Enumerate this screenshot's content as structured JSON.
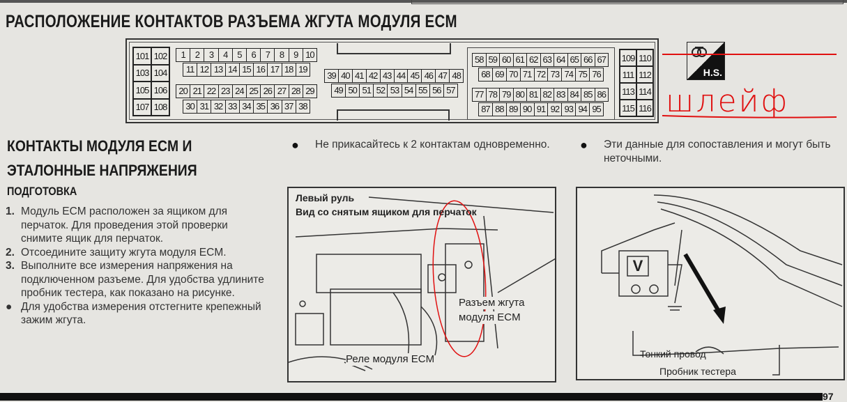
{
  "title": "РАСПОЛОЖЕНИЕ КОНТАКТОВ РАЗЪЕМА ЖГУТА МОДУЛЯ ECM",
  "connector": {
    "left_block": [
      [
        "101",
        "102"
      ],
      [
        "103",
        "104"
      ],
      [
        "105",
        "106"
      ],
      [
        "107",
        "108"
      ]
    ],
    "group1": [
      [
        "1",
        "2",
        "3",
        "4",
        "5",
        "6",
        "7",
        "8",
        "9",
        "10"
      ],
      [
        "11",
        "12",
        "13",
        "14",
        "15",
        "16",
        "17",
        "18",
        "19"
      ],
      [
        "20",
        "21",
        "22",
        "23",
        "24",
        "25",
        "26",
        "27",
        "28",
        "29"
      ],
      [
        "30",
        "31",
        "32",
        "33",
        "34",
        "35",
        "36",
        "37",
        "38"
      ]
    ],
    "group2": [
      [
        "39",
        "40",
        "41",
        "42",
        "43",
        "44",
        "45",
        "46",
        "47",
        "48"
      ],
      [
        "49",
        "50",
        "51",
        "52",
        "53",
        "54",
        "55",
        "56",
        "57"
      ]
    ],
    "group3": [
      [
        "58",
        "59",
        "60",
        "61",
        "62",
        "63",
        "64",
        "65",
        "66",
        "67"
      ],
      [
        "68",
        "69",
        "70",
        "71",
        "72",
        "73",
        "74",
        "75",
        "76"
      ],
      [
        "77",
        "78",
        "79",
        "80",
        "81",
        "82",
        "83",
        "84",
        "85",
        "86"
      ],
      [
        "87",
        "88",
        "89",
        "90",
        "91",
        "92",
        "93",
        "94",
        "95"
      ]
    ],
    "right_block": [
      [
        "109",
        "110"
      ],
      [
        "111",
        "112"
      ],
      [
        "113",
        "114"
      ],
      [
        "115",
        "116"
      ]
    ]
  },
  "logo": {
    "text": "H.S."
  },
  "annotation": {
    "text": "шлейф",
    "color": "#e01010"
  },
  "section": {
    "heading_line1": "КОНТАКТЫ МОДУЛЯ ECM И",
    "heading_line2": "ЭТАЛОННЫЕ НАПРЯЖЕНИЯ",
    "subheading": "ПОДГОТОВКА",
    "steps": [
      {
        "n": "1.",
        "text": "Модуль ECM расположен за ящиком для перчаток. Для проведения этой проверки снимите ящик для перчаток."
      },
      {
        "n": "2.",
        "text": "Отсоедините защиту жгута модуля ECM."
      },
      {
        "n": "3.",
        "text": "Выполните все измерения напряжения на подключенном разъеме. Для удобства удлините пробник тестера, как показано на рисунке."
      },
      {
        "n": "●",
        "text": "Для удобства измерения отстегните крепежный зажим жгута."
      }
    ]
  },
  "notes": [
    {
      "n": "●",
      "text": "Не прикасайтесь к 2 контактам одновременно."
    },
    {
      "n": "●",
      "text": "Эти данные для сопоставления и могут быть неточными."
    }
  ],
  "figure1": {
    "title1": "Левый руль",
    "title2": "Вид со снятым ящиком для перчаток",
    "label_connector_1": "Разъем жгута",
    "label_connector_2": "модуля ECM",
    "label_relay": "Реле модуля ECM"
  },
  "figure2": {
    "meter": "V",
    "label_wire": "Тонкий провод",
    "label_probe": "Пробник тестера"
  },
  "page_number": "97"
}
